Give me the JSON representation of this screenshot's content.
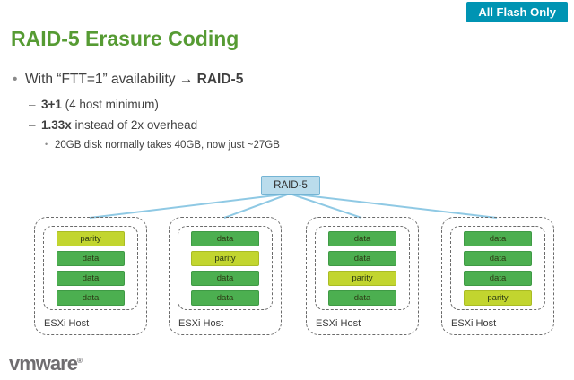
{
  "badge": {
    "label": "All Flash Only",
    "color": "#0094b3"
  },
  "title": {
    "text": "RAID-5 Erasure Coding",
    "color": "#569b33"
  },
  "bullets": {
    "markers": {
      "level1": "•",
      "level2": "–",
      "level3": "•"
    },
    "level1": {
      "prefix": "With “FTT=1” availability → ",
      "bold": "RAID-5"
    },
    "level2": [
      {
        "bold": "3+1",
        "rest": " (4 host minimum)"
      },
      {
        "bold": "1.33x",
        "rest": " instead of 2x overhead"
      }
    ],
    "level3": "20GB disk normally takes 40GB, now just ~27GB"
  },
  "diagram": {
    "root": {
      "label": "RAID-5"
    },
    "hosts": [
      {
        "label": "ESXi Host",
        "bars": [
          "parity",
          "data",
          "data",
          "data"
        ]
      },
      {
        "label": "ESXi Host",
        "bars": [
          "data",
          "parity",
          "data",
          "data"
        ]
      },
      {
        "label": "ESXi Host",
        "bars": [
          "data",
          "data",
          "parity",
          "data"
        ]
      },
      {
        "label": "ESXi Host",
        "bars": [
          "data",
          "data",
          "data",
          "parity"
        ]
      }
    ],
    "colors": {
      "data_bar": "#4caf50",
      "parity_bar": "#c2d52f",
      "connector": "#8fc9e4",
      "root_fill": "#badcec",
      "root_border": "#74b4d4"
    }
  },
  "footer": {
    "logo_text": "vmware",
    "registered_mark": "®"
  }
}
